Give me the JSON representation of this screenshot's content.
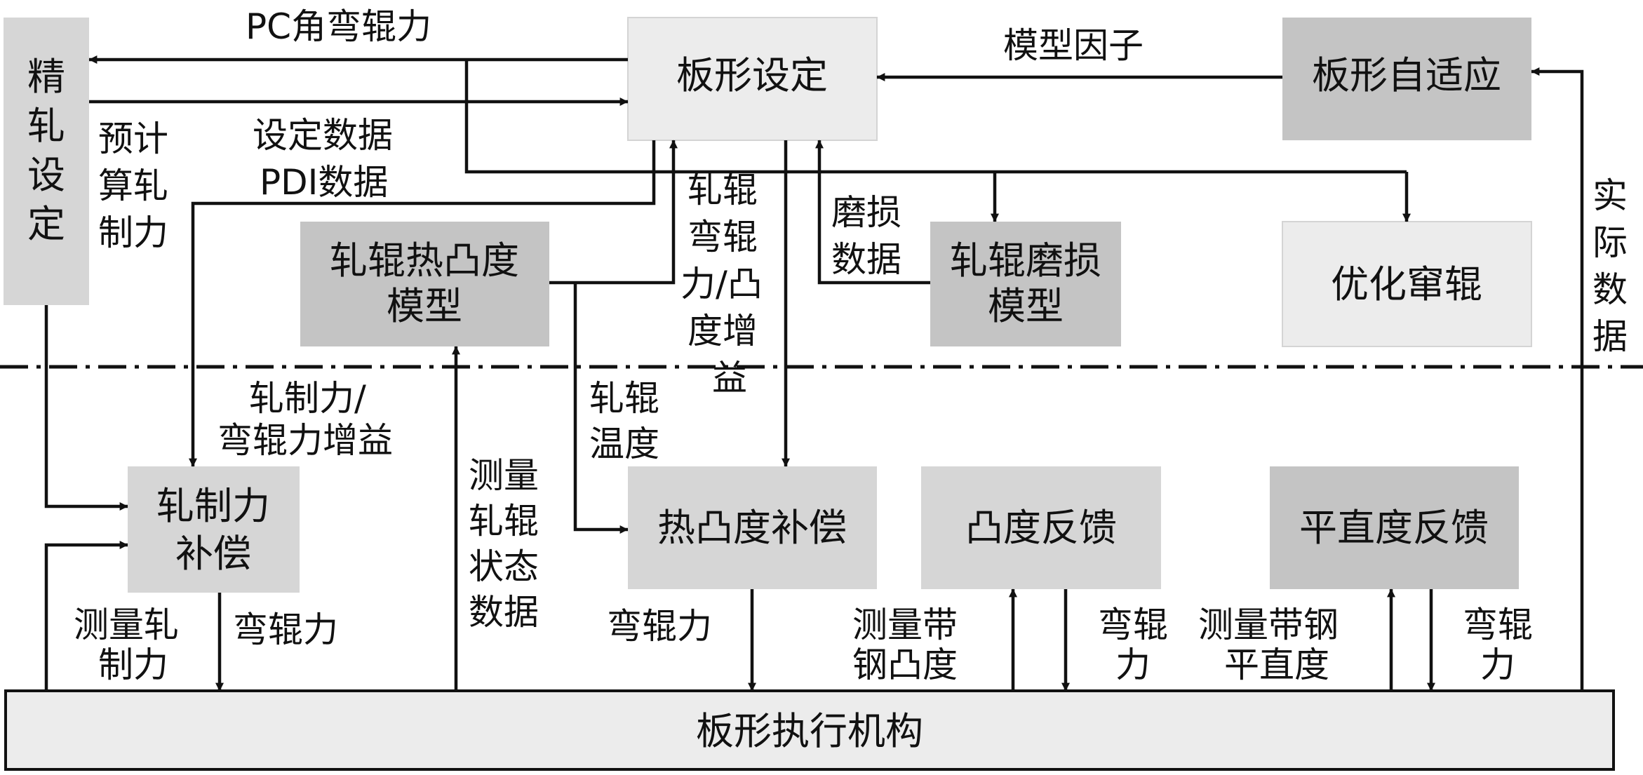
{
  "colors": {
    "box_light": "#ececec",
    "box_mid": "#d6d6d6",
    "box_dark": "#c4c4c4",
    "line": "#111111"
  },
  "boxes": {
    "fine_rolling_setup": [
      "精",
      "轧",
      "设",
      "定"
    ],
    "shape_setup": "板形设定",
    "shape_adaptive": "板形自适应",
    "thermal_crown_model": [
      "轧辊热凸度",
      "模型"
    ],
    "roll_wear_model": [
      "轧辊磨损",
      "模型"
    ],
    "optimized_channeling": "优化窜辊",
    "rolling_force_comp": [
      "轧制力",
      "补偿"
    ],
    "thermal_crown_comp": "热凸度补偿",
    "crown_feedback": "凸度反馈",
    "flatness_feedback": "平直度反馈",
    "shape_actuator": "板形执行机构"
  },
  "labels": {
    "pc_angle_bending": "PC角弯辊力",
    "model_factor": "模型因子",
    "setup_data": "设定数据",
    "pdi_data": "PDI数据",
    "predicted_force": [
      "预计",
      "算轧",
      "制力"
    ],
    "bending_crown_gain": [
      "轧辊",
      "弯辊",
      "力/凸",
      "度增",
      "益"
    ],
    "wear_data": [
      "磨损",
      "数据"
    ],
    "actual_data": [
      "实",
      "际",
      "数",
      "据"
    ],
    "force_bending_gain": [
      "轧制力/",
      "弯辊力增益"
    ],
    "roll_temperature": [
      "轧辊",
      "温度"
    ],
    "measured_roll_state": [
      "测量",
      "轧辊",
      "状态",
      "数据"
    ],
    "measured_force": [
      "测量轧",
      "制力"
    ],
    "bending_force_1": "弯辊力",
    "bending_force_2": "弯辊力",
    "measured_strip_crown": [
      "测量带",
      "钢凸度"
    ],
    "bending_force_3": [
      "弯辊",
      "力"
    ],
    "measured_strip_flatness": [
      "测量带钢",
      "平直度"
    ],
    "bending_force_4": [
      "弯辊",
      "力"
    ]
  }
}
